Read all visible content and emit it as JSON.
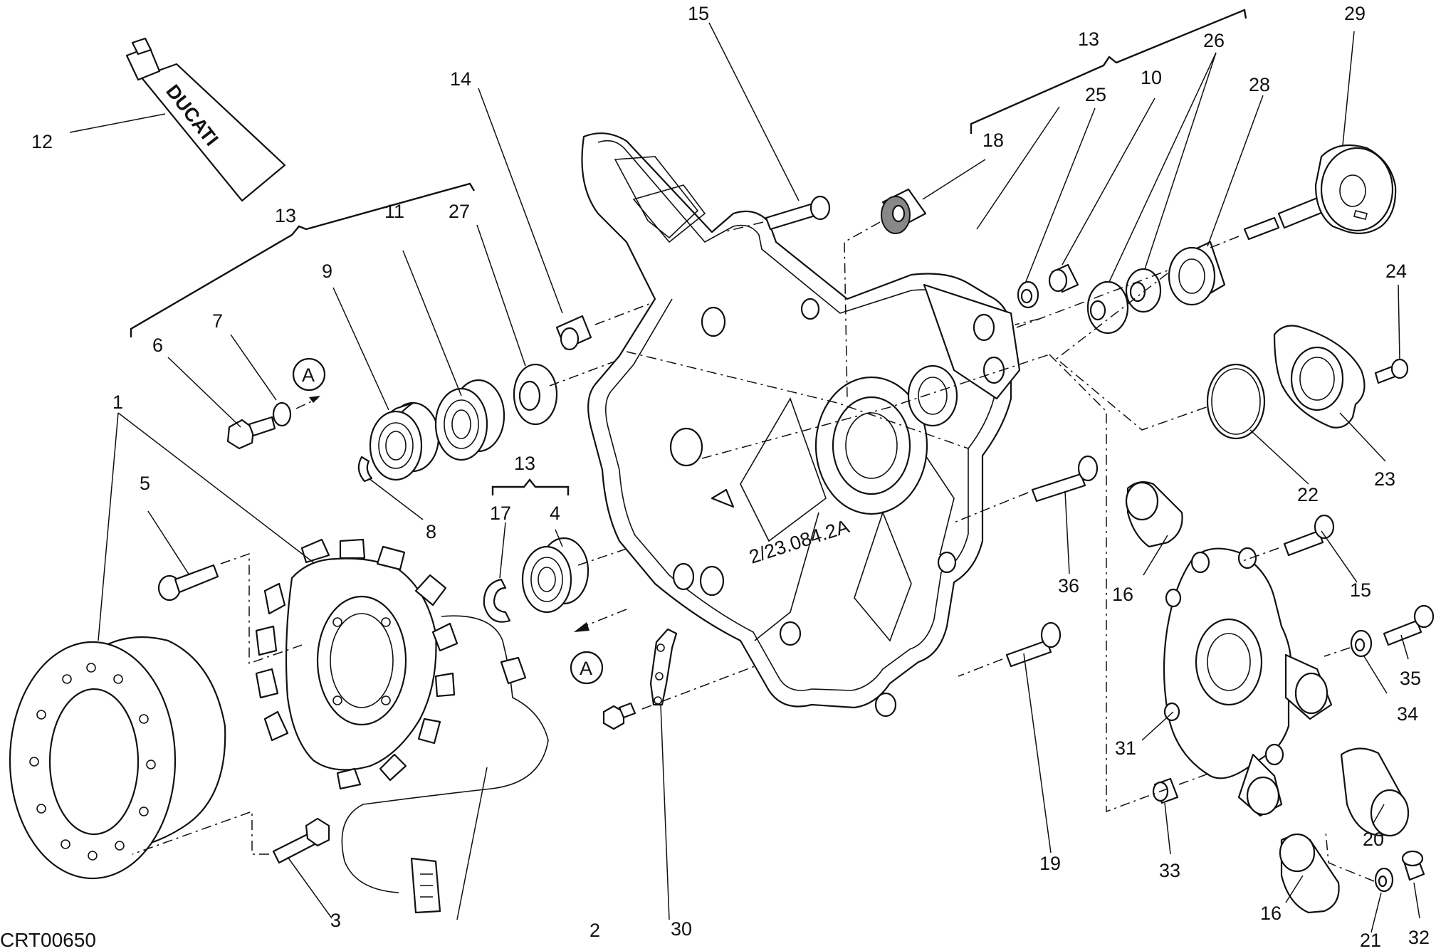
{
  "diagram_code": "CRT00650",
  "callouts": [
    "1",
    "2",
    "3",
    "4",
    "5",
    "6",
    "7",
    "8",
    "9",
    "10",
    "11",
    "12",
    "13",
    "14",
    "15",
    "16",
    "17",
    "18",
    "19",
    "20",
    "21",
    "22",
    "23",
    "24",
    "25",
    "26",
    "27",
    "28",
    "29",
    "30",
    "31",
    "32",
    "33",
    "34",
    "35",
    "36"
  ],
  "reference_marker": "A",
  "tube_brand": "DUCATI",
  "casting_mark": "2/23.084.2A"
}
